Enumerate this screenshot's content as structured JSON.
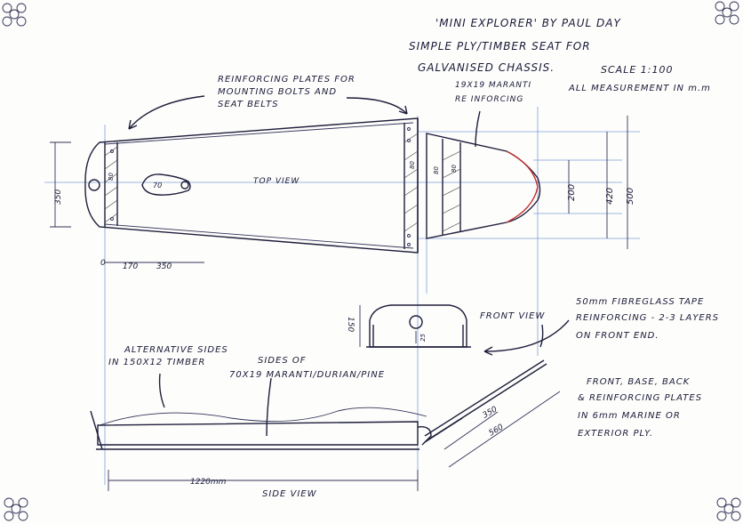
{
  "title": {
    "line1": "'MINI EXPLORER' BY PAUL DAY",
    "line2": "SIMPLE PLY/TIMBER SEAT FOR",
    "line3": "GALVANISED CHASSIS.",
    "scale": "SCALE 1:100",
    "units": "ALL MEASUREMENT IN m.m"
  },
  "notes": {
    "plates_1": "REINFORCING PLATES FOR",
    "plates_2": "MOUNTING BOLTS AND",
    "plates_3": "SEAT BELTS",
    "meranti_1": "19X19 MARANTI",
    "meranti_2": "RE INFORCING",
    "tape_1": "50mm FIBREGLASS TAPE",
    "tape_2": "REINFORCING - 2-3 LAYERS",
    "tape_3": "ON FRONT END.",
    "alt_1": "ALTERNATIVE SIDES",
    "alt_2": "IN 150X12 TIMBER",
    "sides_1": "SIDES OF",
    "sides_2": "70X19 MARANTI/DURIAN/PINE",
    "ply_1": "FRONT, BASE, BACK",
    "ply_2": "& REINFORCING PLATES",
    "ply_3": "IN 6mm MARINE OR",
    "ply_4": "EXTERIOR PLY."
  },
  "views": {
    "top": "TOP VIEW",
    "front": "FRONT VIEW",
    "side": "SIDE VIEW"
  },
  "dimensions": {
    "d350_left": "350",
    "d80_a": "80",
    "d70": "70",
    "d80_b": "80",
    "d80_c": "80",
    "d80_d": "80",
    "d200": "200",
    "d420": "420",
    "d500": "500",
    "d0": "0",
    "d170": "170",
    "d350_bottom": "350",
    "d150": "150",
    "d25": "25",
    "d1220": "1220mm",
    "d350_side": "350",
    "d560": "560"
  }
}
